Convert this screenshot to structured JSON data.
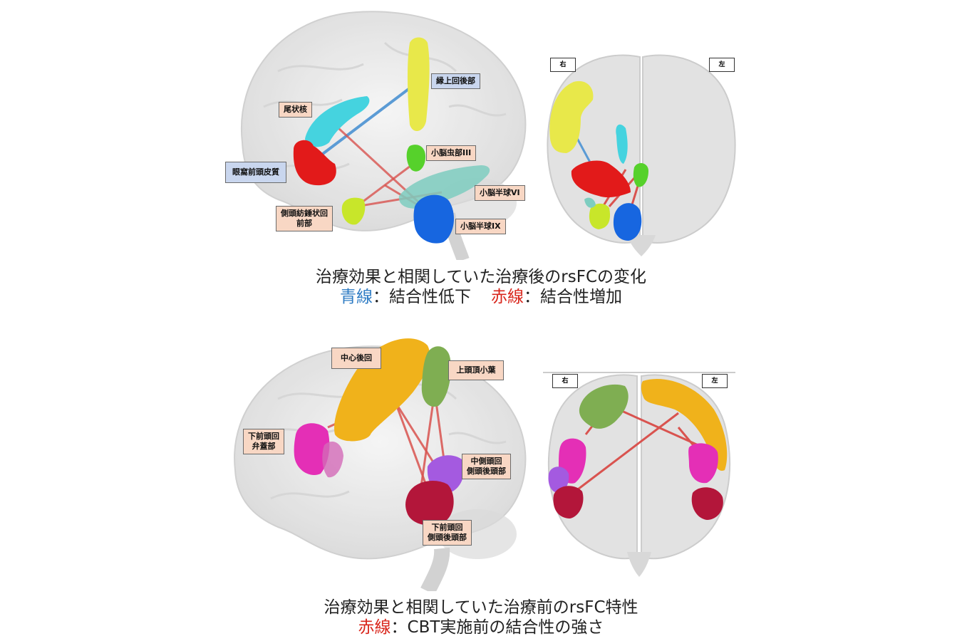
{
  "top": {
    "labels": {
      "supramarginal": "縁上回後部",
      "caudate": "尾状核",
      "vermis": "小脳虫部III",
      "ofc": "眼窩前頭皮質",
      "cereb6": "小脳半球VI",
      "fusiform": "側頭紡錘状回\n前部",
      "cereb9": "小脳半球IX"
    },
    "side_right": "右",
    "side_left": "左",
    "caption_line1": "治療効果と相関していた治療後のrsFCの変化",
    "blue_line": "青線",
    "blue_desc": "：結合性低下",
    "red_line": "赤線",
    "red_desc": "：結合性増加"
  },
  "bottom": {
    "labels": {
      "postcentral": "中心後回",
      "superior_parietal": "上頭頂小葉",
      "ifg_operc": "下前頭回\n弁蓋部",
      "mtg": "中側頭回\n側頭後頭部",
      "itg": "下前頭回\n側頭後頭部"
    },
    "side_right": "右",
    "side_left": "左",
    "caption_line1": "治療効果と相関していた治療前のrsFC特性",
    "red_line": "赤線",
    "red_desc": "：CBT実施前の結合性の強さ"
  },
  "colors": {
    "blue_line": "#5b9bd5",
    "red_line": "#d9534f",
    "yellow": "#e8e84a",
    "cyan": "#45d3df",
    "red_region": "#e21a1a",
    "green": "#56d12b",
    "teal": "#7ecdc0",
    "blue_region": "#1766e0",
    "lime": "#c8e62a",
    "orange": "#f0b21b",
    "olive": "#7fae52",
    "magenta": "#e42fb6",
    "purple": "#a45ae0",
    "crimson": "#b3163a"
  }
}
